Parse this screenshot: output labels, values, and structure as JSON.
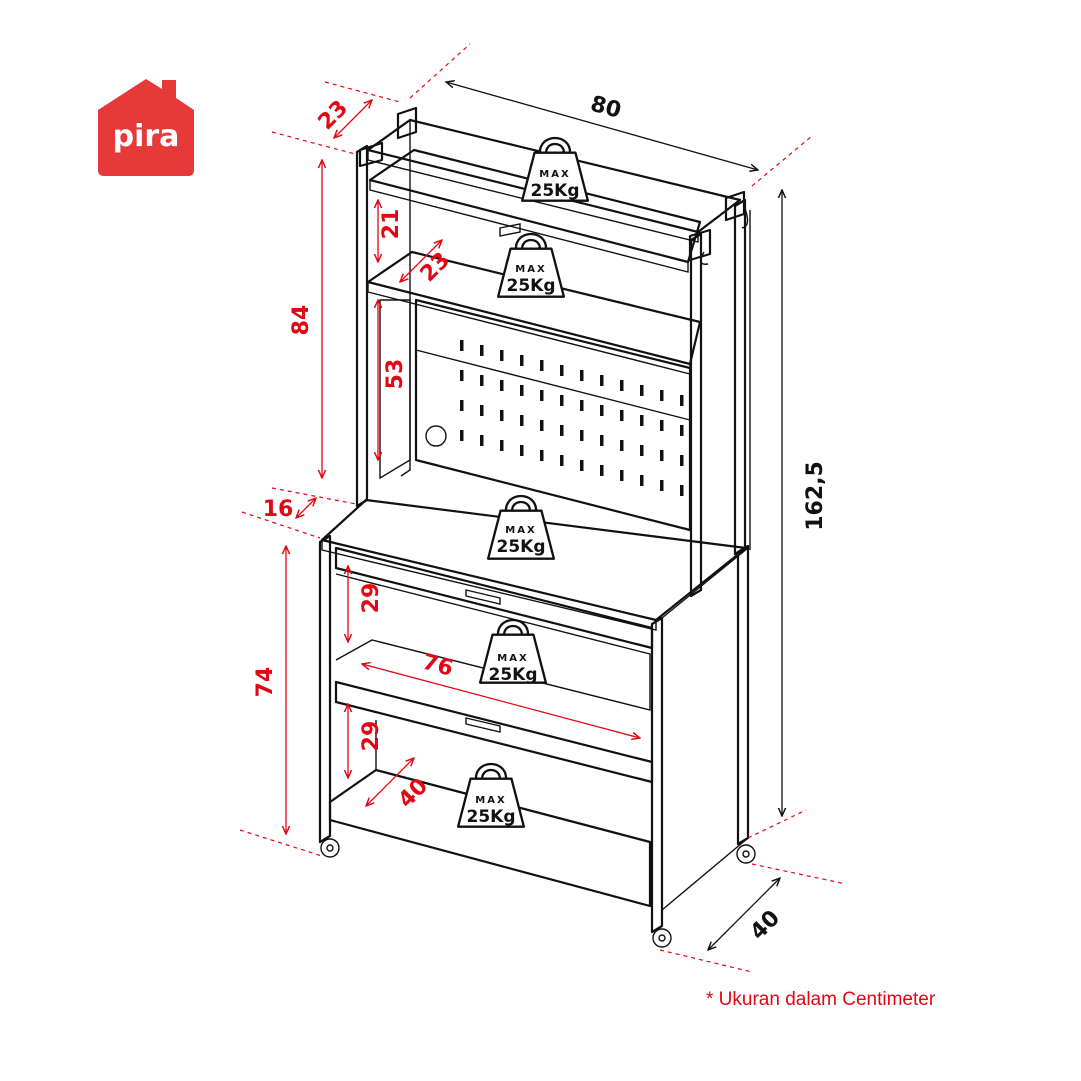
{
  "brand": {
    "name": "pira",
    "color": "#e5393a"
  },
  "colors": {
    "annotation": "#e30613",
    "line": "#111111"
  },
  "dimensions": {
    "width": "80",
    "total_height": "162,5",
    "depth": "40",
    "top_depth": "23",
    "top_shelf_gap": "21",
    "top_shelf_depth": "23",
    "hutch_height": "84",
    "pegboard_height": "53",
    "step_depth": "16",
    "cabinet_height": "74",
    "drawer_gap_upper": "29",
    "drawer_gap_lower": "29",
    "inner_width": "76",
    "inner_depth": "40"
  },
  "load_badges": [
    {
      "max_label": "MAX",
      "load_label": "25Kg"
    },
    {
      "max_label": "MAX",
      "load_label": "25Kg"
    },
    {
      "max_label": "MAX",
      "load_label": "25Kg"
    },
    {
      "max_label": "MAX",
      "load_label": "25Kg"
    },
    {
      "max_label": "MAX",
      "load_label": "25Kg"
    }
  ],
  "footnote": "* Ukuran dalam Centimeter"
}
